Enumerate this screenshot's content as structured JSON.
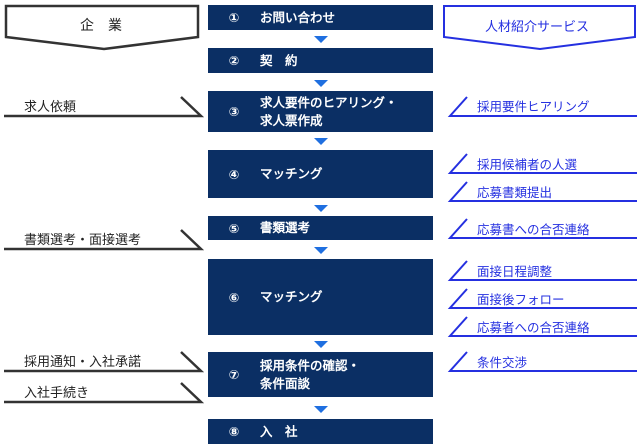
{
  "headers": {
    "company": "企　業",
    "service": "人材紹介サービス"
  },
  "steps": [
    {
      "num": "①",
      "label": "お問い合わせ"
    },
    {
      "num": "②",
      "label": "契　約"
    },
    {
      "num": "③",
      "label": "求人要件のヒアリング・",
      "label2": "求人票作成"
    },
    {
      "num": "④",
      "label": "マッチング"
    },
    {
      "num": "⑤",
      "label": "書類選考"
    },
    {
      "num": "⑥",
      "label": "マッチング"
    },
    {
      "num": "⑦",
      "label": "採用条件の確認・",
      "label2": "条件面談"
    },
    {
      "num": "⑧",
      "label": "入　社"
    }
  ],
  "company_tasks": [
    "求人依頼",
    "書類選考・面接選考",
    "採用通知・入社承諾",
    "入社手続き"
  ],
  "service_tasks": [
    "採用要件ヒアリング",
    "採用候補者の人選",
    "応募書類提出",
    "応募書への合否連絡",
    "面接日程調整",
    "面接後フォロー",
    "応募者への合否連絡",
    "条件交渉"
  ],
  "colors": {
    "navy": "#0b2f64",
    "service": "#2530e0",
    "company": "#333333",
    "arrow": "#1f6fe0"
  }
}
